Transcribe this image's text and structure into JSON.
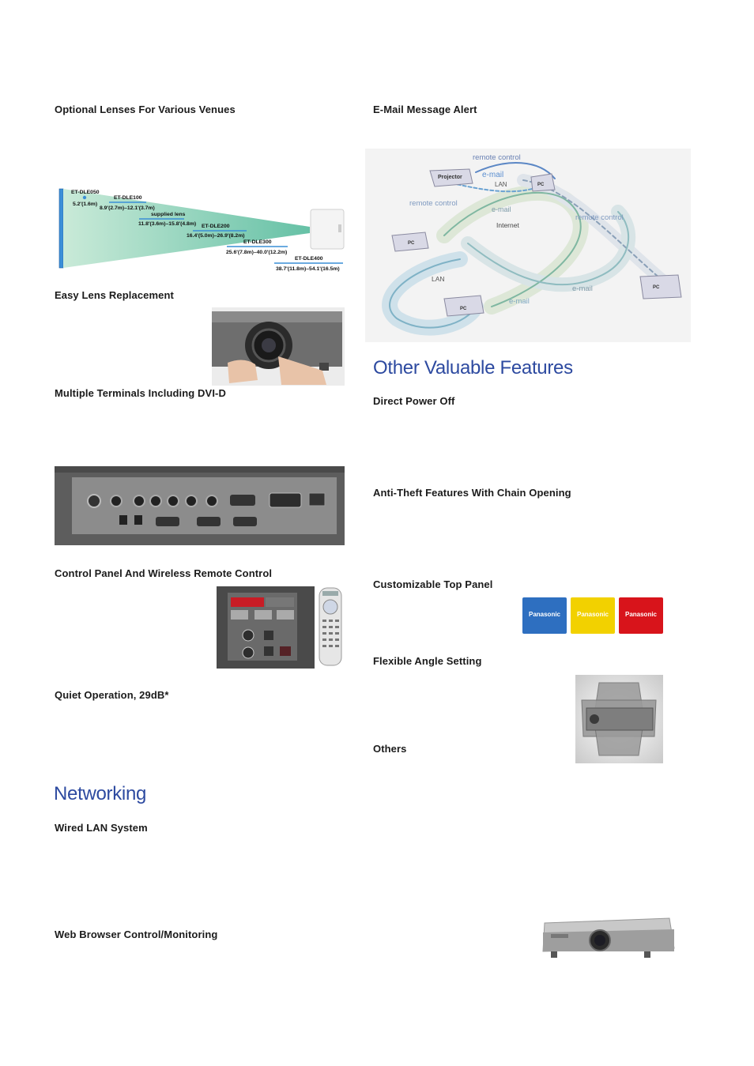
{
  "left": {
    "lenses_heading": "Optional Lenses For Various Venues",
    "easy_lens_heading": "Easy Lens Replacement",
    "terminals_heading": "Multiple Terminals Including DVI-D",
    "control_heading": "Control Panel And Wireless Remote Control",
    "quiet_heading": "Quiet Operation, 29dB*",
    "networking_title": "Networking",
    "wired_lan_heading": "Wired LAN System",
    "web_browser_heading": "Web Browser Control/Monitoring"
  },
  "lens_diagram": {
    "lenses": [
      {
        "name": "ET-DLE050",
        "range": "5.2'(1.6m)"
      },
      {
        "name": "ET-DLE100",
        "range": "8.9'(2.7m)–12.1'(3.7m)"
      },
      {
        "name": "supplied lens",
        "range": "11.8'(3.6m)–15.8'(4.8m)"
      },
      {
        "name": "ET-DLE200",
        "range": "16.4'(5.0m)–26.9'(8.2m)"
      },
      {
        "name": "ET-DLE300",
        "range": "25.6'(7.8m)–40.0'(12.2m)"
      },
      {
        "name": "ET-DLE400",
        "range": "38.7'(11.8m)–54.1'(16.5m)"
      }
    ]
  },
  "right": {
    "email_heading": "E-Mail Message Alert",
    "other_title": "Other Valuable Features",
    "direct_power_heading": "Direct Power Off",
    "anti_theft_heading": "Anti-Theft Features With Chain Opening",
    "top_panel_heading": "Customizable Top Panel",
    "flexible_angle_heading": "Flexible Angle Setting",
    "others_heading": "Others"
  },
  "network_diagram": {
    "remote_control_top": "remote control",
    "projector": "Projector",
    "email_top": "e-mail",
    "lan_top": "LAN",
    "pc_top": "PC",
    "remote_control_left": "remote control",
    "email_mid": "e-mail",
    "internet": "Internet",
    "remote_control_right": "remote control",
    "pc_left": "PC",
    "lan_bottom": "LAN",
    "email_right": "e-mail",
    "pc_right": "PC",
    "email_bottom": "e-mail",
    "pc_bottom": "PC"
  },
  "top_panels": [
    {
      "label": "Panasonic",
      "color": "#2e6fc0"
    },
    {
      "label": "Panasonic",
      "color": "#f2d100"
    },
    {
      "label": "Panasonic",
      "color": "#d8141b"
    }
  ]
}
